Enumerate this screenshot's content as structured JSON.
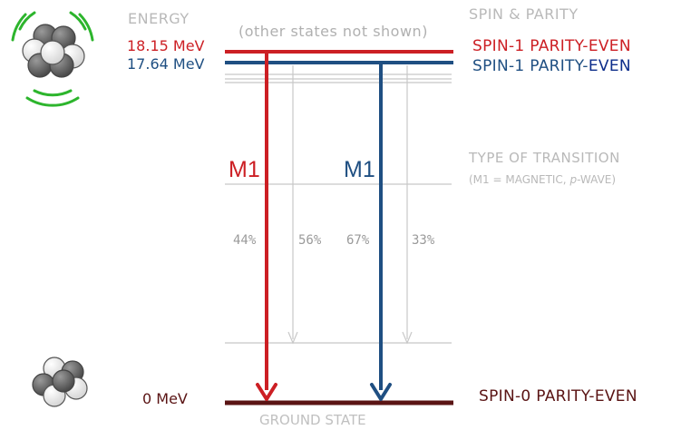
{
  "headers": {
    "energy": "ENERGY",
    "spin_parity": "SPIN & PARITY",
    "other_states": "(other states not shown)",
    "ground_state": "GROUND STATE",
    "transition_type": "TYPE OF TRANSITION",
    "transition_note_pre": "(M1 = MAGNETIC, ",
    "transition_note_em": "p",
    "transition_note_post": "-WAVE)"
  },
  "levels": [
    {
      "energy": "18.15 MeV",
      "spin": "SPIN-1 PARITY-EVEN",
      "spin_prefix": "SPIN-1 PARITY-",
      "spin_suffix": "EVEN",
      "color": "#cc1f24"
    },
    {
      "energy": "17.64 MeV",
      "spin": "SPIN-1 PARITY-EVEN",
      "spin_prefix": "SPIN-1 PARITY-",
      "spin_suffix": "EVEN",
      "color": "#1f4f82",
      "suffix_color": "#0d2d8a"
    },
    {
      "energy": "0 MeV",
      "spin": "SPIN-0 PARITY-EVEN",
      "color": "#5a1414"
    }
  ],
  "transitions": [
    {
      "label": "M1",
      "color": "#cc1f24"
    },
    {
      "label": "M1",
      "color": "#1f4f82"
    }
  ],
  "branching": [
    "44%",
    "56%",
    "67%",
    "33%"
  ],
  "colors": {
    "gray": "#b9b9b9",
    "nucleus_green": "#2db52d"
  },
  "icons": [
    "excited-nucleus-icon",
    "ground-nucleus-icon"
  ]
}
